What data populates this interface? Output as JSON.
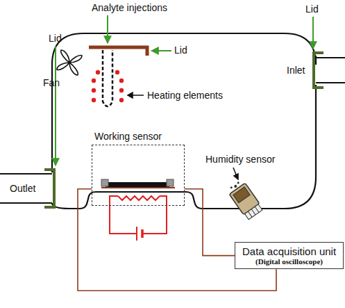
{
  "diagram": {
    "nodes": [
      {
        "text": [
          "Working sensor"
        ]
      },
      {
        "text": [
          "Data acquisition unit",
          "(Digital oscilloscope)"
        ]
      }
    ],
    "edges": [
      {
        "from": 0,
        "to": 1,
        "arrow": "none"
      },
      {
        "from": 0,
        "to": 1,
        "arrow": "none"
      }
    ],
    "labels": [
      "Analyte injections",
      "Lid",
      "Lid",
      "Lid",
      "Fan",
      "Heating elements",
      "Inlet",
      "Outlet",
      "Humidity sensor"
    ]
  }
}
